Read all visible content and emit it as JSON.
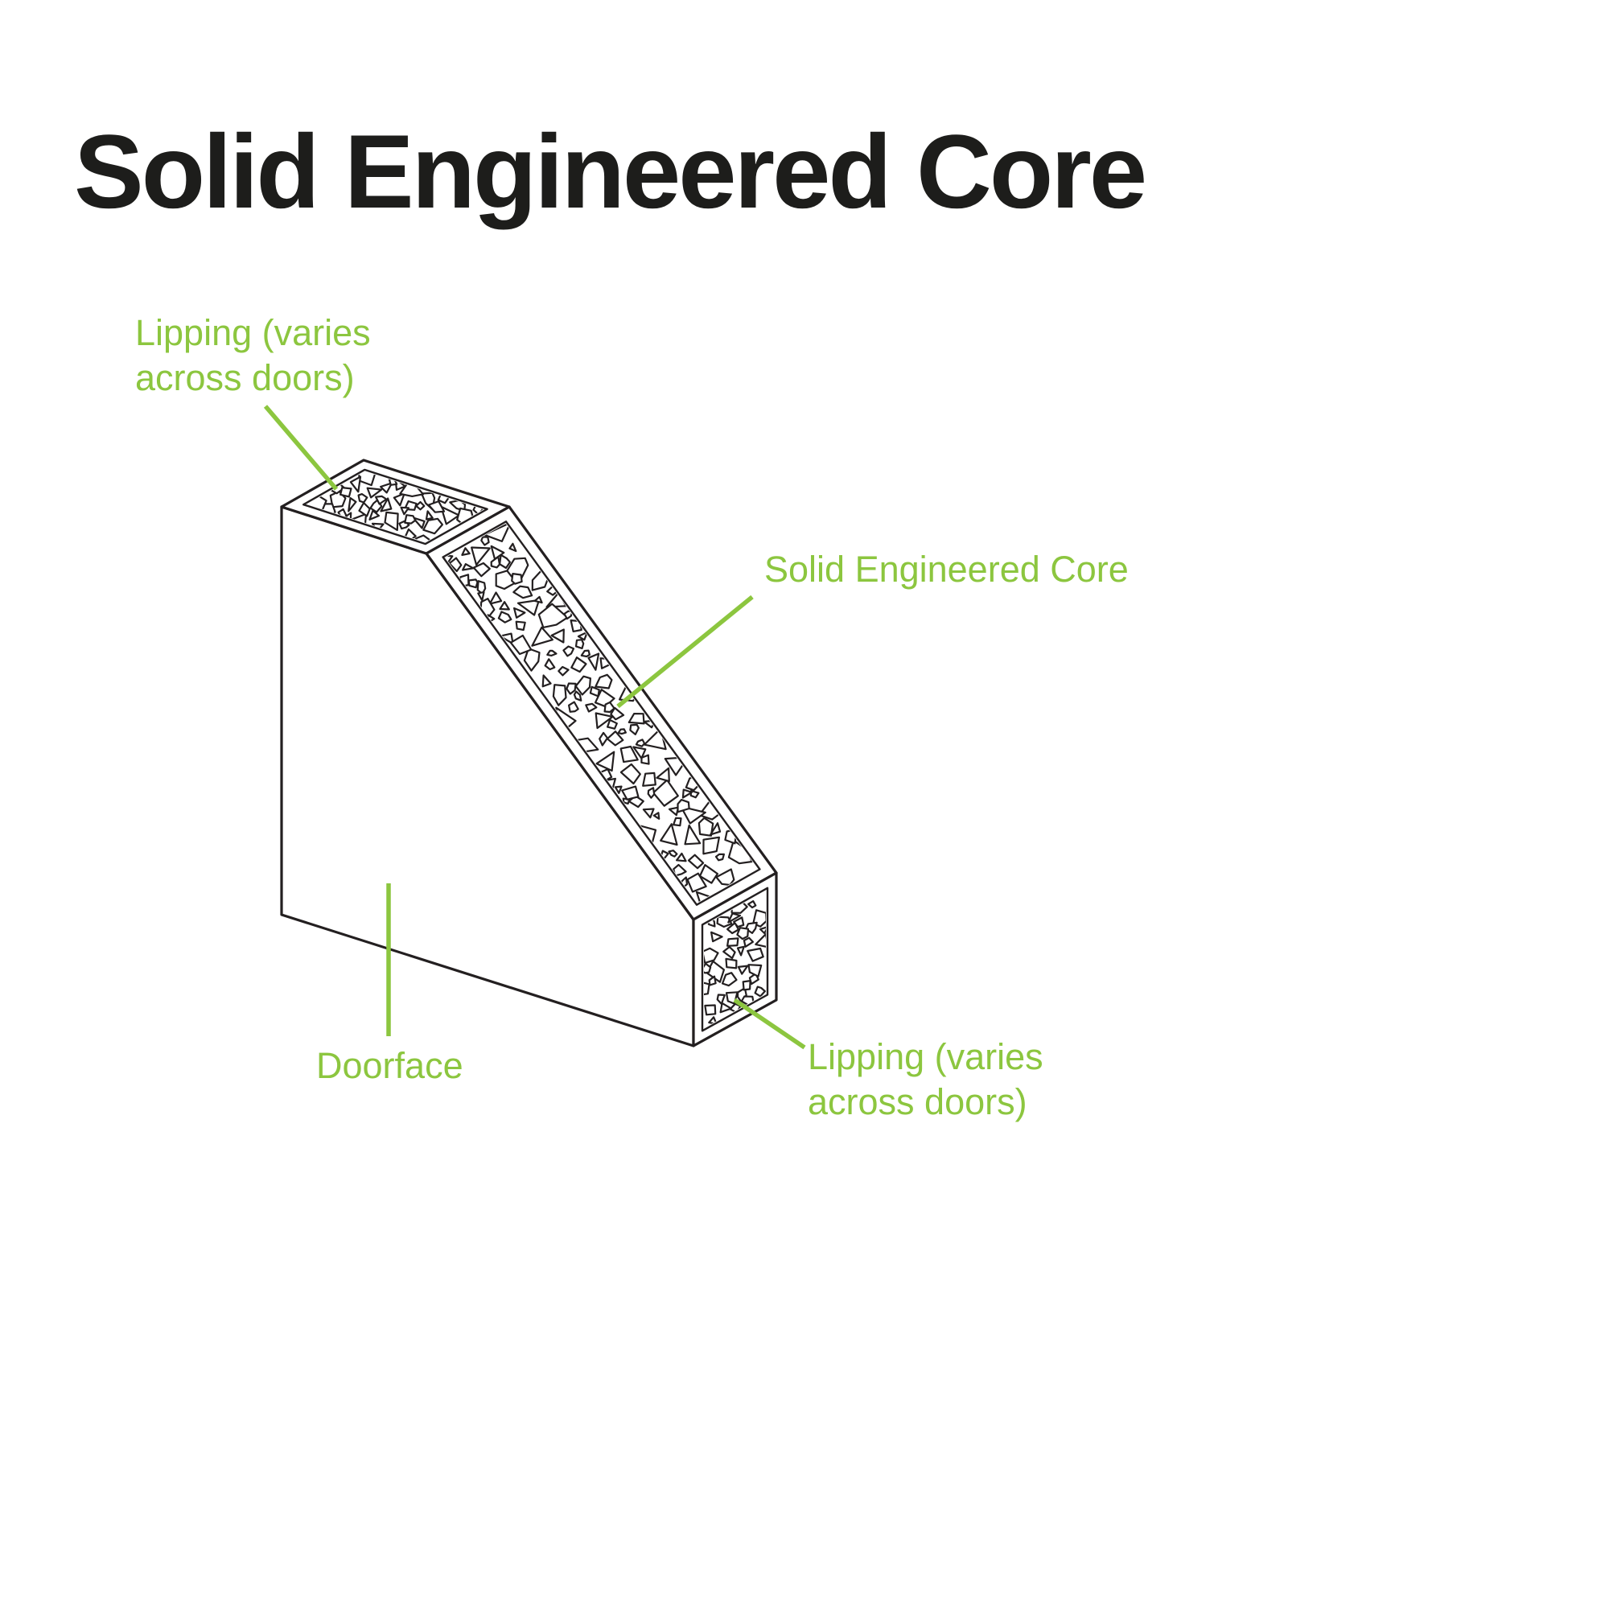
{
  "title": "Solid Engineered Core",
  "colors": {
    "accent": "#8CC63F",
    "line": "#231F20",
    "ink": "#1D1D1B",
    "background": "#FFFFFF"
  },
  "diagram": {
    "labels": {
      "lipping_top": {
        "line1": "Lipping (varies",
        "line2": "across doors)"
      },
      "core": "Solid Engineered Core",
      "doorface": "Doorface",
      "lipping_bottom": {
        "line1": "Lipping (varies",
        "line2": "across doors)"
      }
    }
  }
}
